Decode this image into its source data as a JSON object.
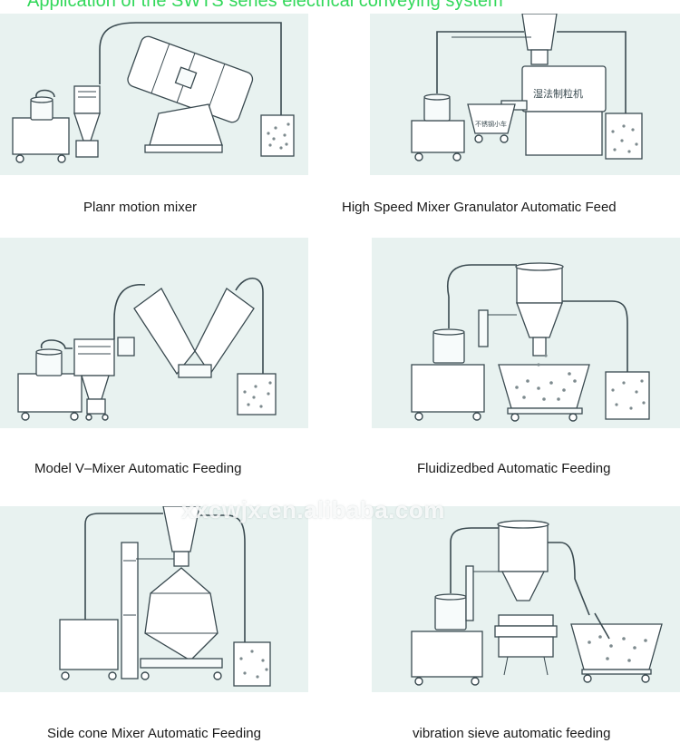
{
  "page_title": "Application of the SWTS series electrical conveying system",
  "watermark": "xxcwjx.en.alibaba.com",
  "captions": {
    "planar": "Planr motion mixer",
    "highspeed": "High Speed Mixer Granulator Automatic Feed",
    "vmixer": "Model V–Mixer Automatic Feeding",
    "fluidbed": "Fluidizedbed Automatic Feeding",
    "sidecone": "Side cone Mixer Automatic Feeding",
    "sieve": "vibration sieve automatic feeding"
  },
  "machine_labels": {
    "granulator_cn": "湿法制粒机",
    "cart_cn": "不锈钢小车"
  },
  "colors": {
    "panel_bg": "#e8f2f0",
    "line": "#3a4a50",
    "title_green": "#32d85a"
  }
}
